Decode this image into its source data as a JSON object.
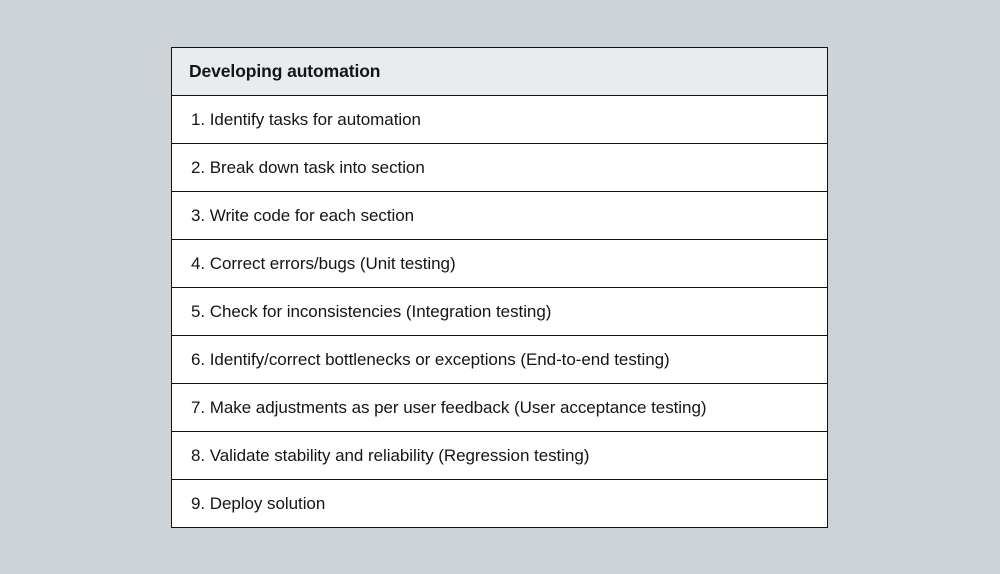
{
  "page": {
    "background_color": "#ced3d8"
  },
  "table": {
    "name": "developing-automation-steps-table",
    "header": {
      "title": "Developing automation",
      "background_color": "#e8ecee",
      "text_color": "#151515"
    },
    "border_color": "#121212",
    "row_background_color": "#ffffff",
    "rows": [
      {
        "label": "1. Identify tasks for automation"
      },
      {
        "label": "2. Break down task into section"
      },
      {
        "label": "3. Write code for each section"
      },
      {
        "label": "4. Correct errors/bugs (Unit testing)"
      },
      {
        "label": "5. Check for inconsistencies (Integration testing)"
      },
      {
        "label": "6. Identify/correct bottlenecks or exceptions (End-to-end testing)"
      },
      {
        "label": "7. Make adjustments as per user feedback (User acceptance testing)"
      },
      {
        "label": "8. Validate stability and reliability (Regression testing)"
      },
      {
        "label": "9. Deploy solution"
      }
    ]
  }
}
